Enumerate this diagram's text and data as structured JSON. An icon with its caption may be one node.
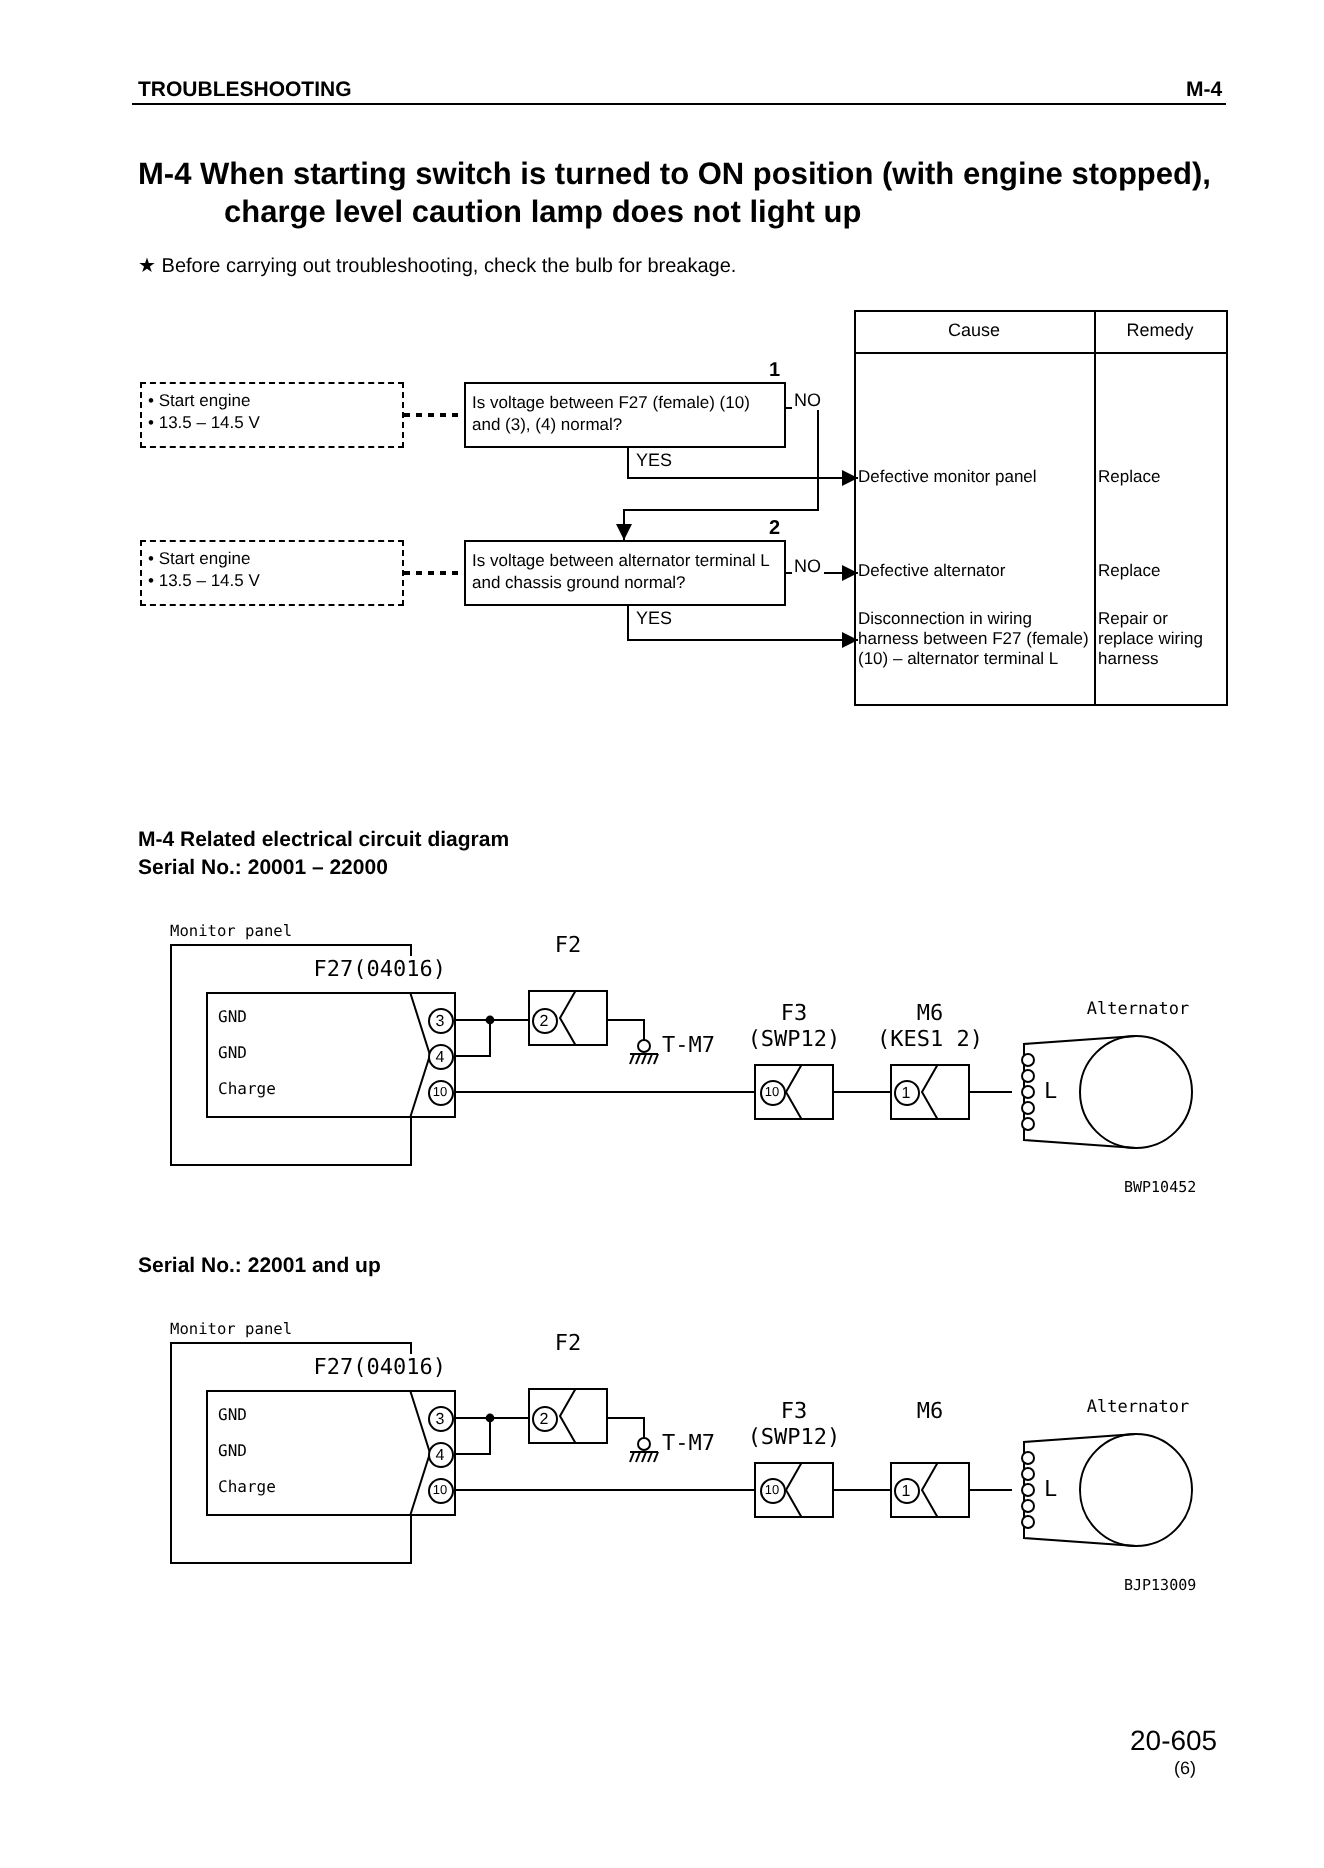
{
  "diagram": {
    "title": "M-4 When starting switch is turned to ON position (with engine stopped), charge level caution lamp does not light up",
    "nodes": [
      {
        "text": [
          "• Start engine",
          "• 13.5 – 14.5 V"
        ]
      },
      {
        "text": [
          "Is voltage between F27 (female) (10) and (3), (4) normal?"
        ],
        "beside": [
          "1"
        ]
      },
      {
        "text": [
          "• Start engine",
          "• 13.5 – 14.5 V"
        ]
      },
      {
        "text": [
          "Is voltage between alternator terminal L and chassis ground normal?"
        ],
        "beside": [
          "2"
        ]
      },
      {
        "text": [
          "Defective monitor panel"
        ]
      },
      {
        "text": [
          "Defective alternator"
        ]
      },
      {
        "text": [
          "Disconnection in wiring harness between F27 (female) (10) – alternator terminal L"
        ]
      },
      {
        "text": [
          "Monitor panel"
        ]
      },
      {
        "text": [
          "F27(04016)",
          "GND",
          "GND",
          "Charge"
        ],
        "in": 7
      },
      {
        "text": [
          "3"
        ],
        "in": 8
      },
      {
        "text": [
          "4"
        ],
        "in": 8
      },
      {
        "text": [
          "10"
        ],
        "in": 8
      },
      {
        "text": [
          "F2"
        ]
      },
      {
        "text": [
          "2"
        ],
        "in": 12
      },
      {
        "text": [
          "T-M7"
        ]
      },
      {
        "text": [
          "F3 (SWP12)"
        ]
      },
      {
        "text": [
          "10"
        ],
        "in": 15
      },
      {
        "text": [
          "M6 (KES1 2)"
        ]
      },
      {
        "text": [
          "1"
        ],
        "in": 17
      },
      {
        "text": [
          "Alternator",
          "L"
        ]
      },
      {
        "text": [
          "Monitor panel"
        ]
      },
      {
        "text": [
          "F27(04016)",
          "GND",
          "GND",
          "Charge"
        ],
        "in": 20
      },
      {
        "text": [
          "3"
        ],
        "in": 21
      },
      {
        "text": [
          "4"
        ],
        "in": 21
      },
      {
        "text": [
          "10"
        ],
        "in": 21
      },
      {
        "text": [
          "F2"
        ]
      },
      {
        "text": [
          "2"
        ],
        "in": 25
      },
      {
        "text": [
          "T-M7"
        ]
      },
      {
        "text": [
          "F3 (SWP12)"
        ]
      },
      {
        "text": [
          "10"
        ],
        "in": 28
      },
      {
        "text": [
          "M6"
        ]
      },
      {
        "text": [
          "1"
        ],
        "in": 30
      },
      {
        "text": [
          "Alternator",
          "L"
        ]
      }
    ],
    "edges": [
      {
        "from": 0,
        "to": 1,
        "arrow": "none",
        "style": "dashed"
      },
      {
        "from": 1,
        "to": 4,
        "arrow": "to",
        "label": "YES"
      },
      {
        "from": 1,
        "to": 3,
        "arrow": "to",
        "label": "NO"
      },
      {
        "from": 2,
        "to": 3,
        "arrow": "none",
        "style": "dashed"
      },
      {
        "from": 3,
        "to": 5,
        "arrow": "to",
        "label": "NO"
      },
      {
        "from": 3,
        "to": 6,
        "arrow": "to",
        "label": "YES"
      },
      {
        "from": 9,
        "to": 13,
        "arrow": "none"
      },
      {
        "from": 10,
        "to": 13,
        "arrow": "none"
      },
      {
        "from": 12,
        "to": 14,
        "arrow": "none"
      },
      {
        "from": 11,
        "to": 16,
        "arrow": "none"
      },
      {
        "from": 15,
        "to": 18,
        "arrow": "none"
      },
      {
        "from": 17,
        "to": 19,
        "arrow": "none"
      },
      {
        "from": 22,
        "to": 26,
        "arrow": "none"
      },
      {
        "from": 23,
        "to": 26,
        "arrow": "none"
      },
      {
        "from": 25,
        "to": 27,
        "arrow": "none"
      },
      {
        "from": 24,
        "to": 29,
        "arrow": "none"
      },
      {
        "from": 28,
        "to": 31,
        "arrow": "none"
      },
      {
        "from": 30,
        "to": 32,
        "arrow": "none"
      }
    ],
    "labels": [
      "TROUBLESHOOTING",
      "M-4",
      "★ Before carrying out troubleshooting, check the bulb for breakage.",
      "Cause",
      "Remedy",
      "Replace",
      "Replace",
      "Repair or replace wiring harness",
      "M-4 Related electrical circuit diagram",
      "Serial No.: 20001 – 22000",
      "BWP10452",
      "Serial No.: 22001 and up",
      "BJP13009",
      "20-605",
      "(6)"
    ]
  }
}
